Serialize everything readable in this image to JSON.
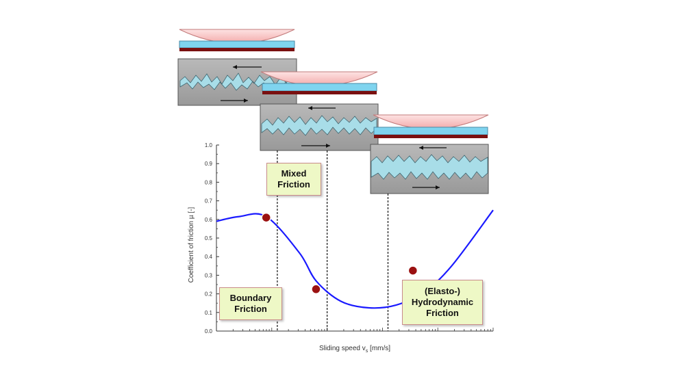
{
  "chart_data": {
    "type": "line",
    "xlabel_main": "Sliding speed v",
    "xlabel_sub": "s",
    "xlabel_unit": " [mm/s]",
    "ylabel": "Coefficient of friction µ [-]",
    "ylim": [
      0,
      1.0
    ],
    "yticks": [
      "0.0",
      "0.1",
      "0.2",
      "0.3",
      "0.4",
      "0.5",
      "0.6",
      "0.7",
      "0.8",
      "0.9",
      "1.0"
    ],
    "x_scale": "log (unlabeled decades)",
    "grid": false,
    "series": [
      {
        "x": [
          0.0,
          0.08,
          0.18,
          0.3,
          0.36,
          0.45,
          0.55,
          0.65,
          0.75,
          0.85,
          1.0
        ],
        "values": [
          0.59,
          0.615,
          0.615,
          0.42,
          0.27,
          0.16,
          0.125,
          0.14,
          0.21,
          0.35,
          0.65
        ],
        "color": "#1a1aff"
      }
    ],
    "marked_points": [
      {
        "x": 0.18,
        "y": 0.61
      },
      {
        "x": 0.36,
        "y": 0.225
      },
      {
        "x": 0.71,
        "y": 0.325
      }
    ],
    "regime_boundaries_x": [
      0.22,
      0.4,
      0.62
    ],
    "regions": [
      {
        "lines": [
          "Boundary",
          "Friction"
        ]
      },
      {
        "lines": [
          "Mixed",
          "Friction"
        ]
      },
      {
        "lines": [
          "(Elasto-)",
          "Hydrodynamic",
          "Friction"
        ]
      }
    ]
  },
  "colors": {
    "curve": "#1a1aff",
    "marker": "#9b1111",
    "lens": "#f9c8c8",
    "film": "#7fd4ef",
    "substrate": "#7a1010",
    "gray": "#a4a4a4",
    "fluid": "#a8dde8",
    "label_bg": "#eef8c6",
    "label_border": "#c98b8b"
  }
}
